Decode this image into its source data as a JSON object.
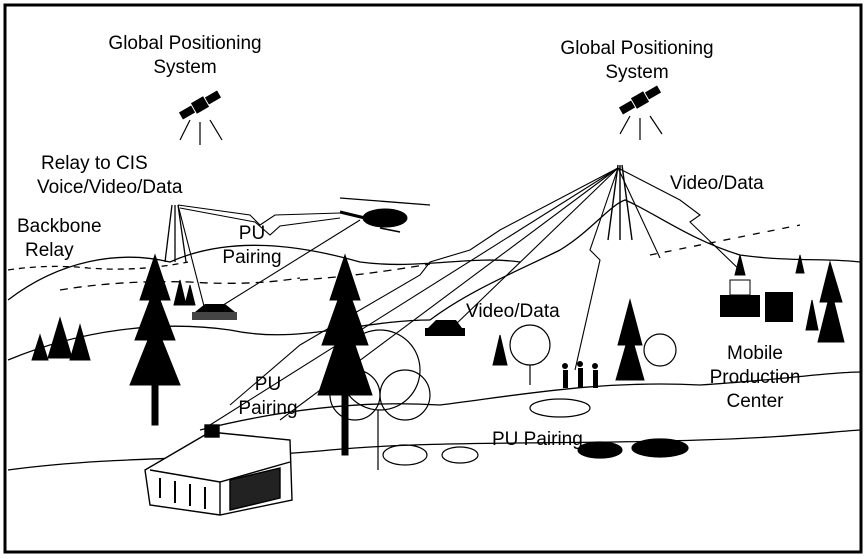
{
  "labels": {
    "gps_left": [
      "Global Positioning",
      "System"
    ],
    "gps_right": [
      "Global Positioning",
      "System"
    ],
    "relay_cis": [
      "Relay to CIS",
      "Voice/Video/Data"
    ],
    "backbone": [
      "Backbone",
      "Relay"
    ],
    "pu_pairing_top": [
      "PU",
      "Pairing"
    ],
    "video_data_right": "Video/Data",
    "video_data_mid": "Video/Data",
    "pu_pairing_left": [
      "PU",
      "Pairing"
    ],
    "mobile_center": [
      "Mobile",
      "Production",
      "Center"
    ],
    "pu_pairing_bottom": "PU Pairing"
  },
  "colors": {
    "ink": "#000000",
    "paper": "#ffffff",
    "frame": "#000000"
  }
}
